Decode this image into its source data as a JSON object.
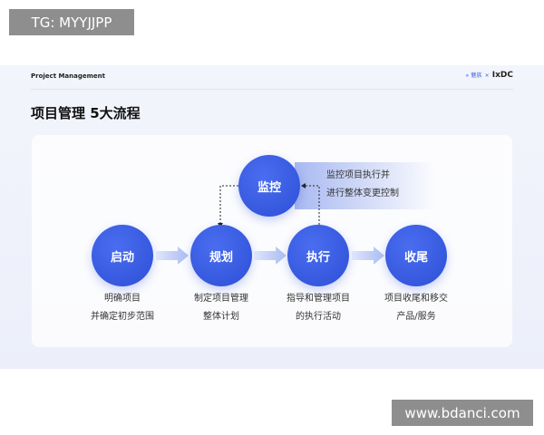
{
  "watermarks": {
    "top": "TG: MYYJJPP",
    "bottom": "www.bdanci.com"
  },
  "header": {
    "label": "Project Management",
    "logo": "IxDC",
    "logo_prefix": "∝ 魅族",
    "logo_sep": "×"
  },
  "title": "项目管理 5大流程",
  "colors": {
    "accent": "#2f52d9",
    "background": "#eef1fb"
  },
  "monitor": {
    "label": "监控",
    "desc": [
      "监控项目执行并",
      "进行整体变更控制"
    ]
  },
  "steps": [
    {
      "label": "启动",
      "desc": [
        "明确项目",
        "并确定初步范围"
      ]
    },
    {
      "label": "规划",
      "desc": [
        "制定项目管理",
        "整体计划"
      ]
    },
    {
      "label": "执行",
      "desc": [
        "指导和管理项目",
        "的执行活动"
      ]
    },
    {
      "label": "收尾",
      "desc": [
        "项目收尾和移交",
        "产品/服务"
      ]
    }
  ]
}
